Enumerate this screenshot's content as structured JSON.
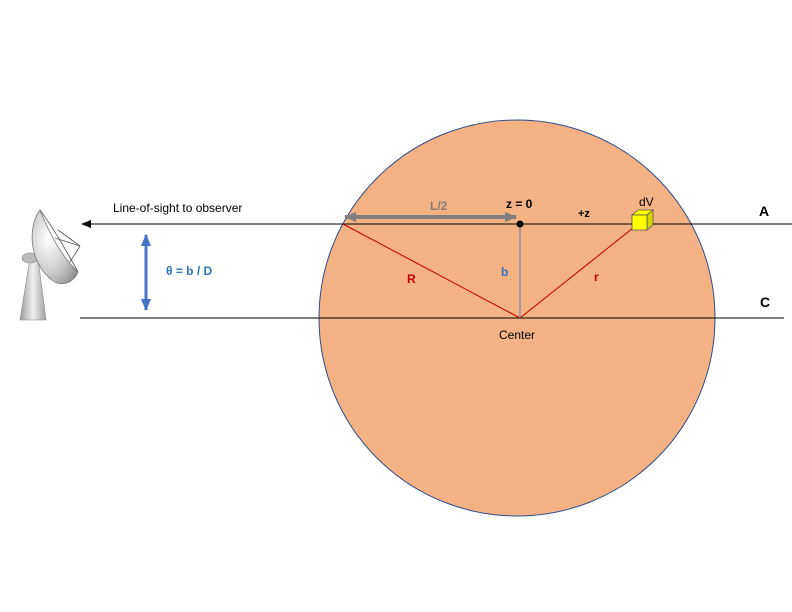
{
  "labels": {
    "line_of_sight": "Line-of-sight to observer",
    "half_length": "L/2",
    "z_zero": "z = 0",
    "plus_z": "+z",
    "volume_element": "dV",
    "line_a": "A",
    "line_c": "C",
    "angle": "θ = b / D",
    "radius_big": "R",
    "impact": "b",
    "radius_small": "r",
    "center": "Center"
  },
  "colors": {
    "sphere_fill": "#f4b183",
    "sphere_stroke": "#2f4f8f",
    "radius_line": "#c00000",
    "impact_line": "#5a7fbf",
    "arrow_gray": "#7f7f7f",
    "angle_arrow": "#4472c4",
    "cube_fill": "#ffff00",
    "label_red": "#c00000",
    "label_blue": "#2e75b6",
    "label_gray": "#7f7f7f"
  },
  "icons": {
    "observer": "radio-telescope-icon",
    "volume": "cube-icon"
  }
}
